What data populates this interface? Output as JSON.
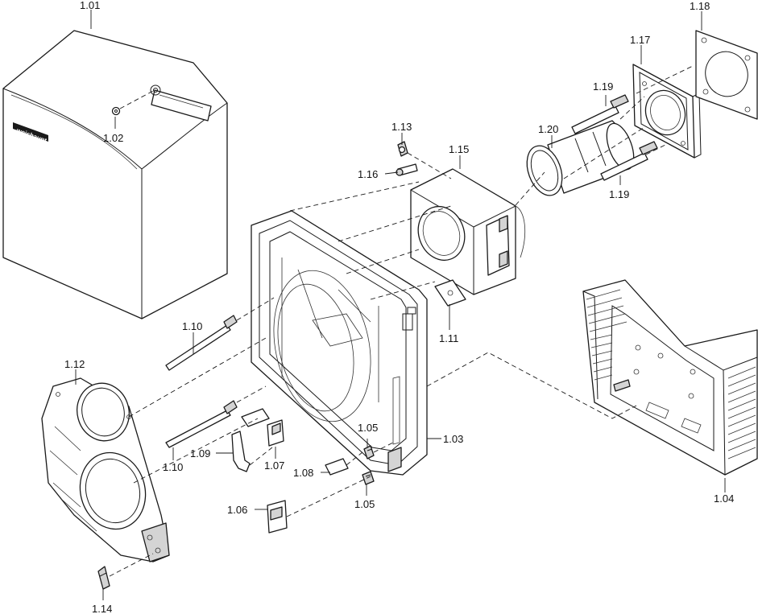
{
  "diagram": {
    "parts": [
      {
        "id": "1.01"
      },
      {
        "id": "1.02"
      },
      {
        "id": "1.03"
      },
      {
        "id": "1.04"
      },
      {
        "id": "1.05a",
        "label": "1.05"
      },
      {
        "id": "1.05b",
        "label": "1.05"
      },
      {
        "id": "1.06"
      },
      {
        "id": "1.07"
      },
      {
        "id": "1.08"
      },
      {
        "id": "1.09"
      },
      {
        "id": "1.10a",
        "label": "1.10"
      },
      {
        "id": "1.10b",
        "label": "1.10"
      },
      {
        "id": "1.11"
      },
      {
        "id": "1.12"
      },
      {
        "id": "1.13"
      },
      {
        "id": "1.14"
      },
      {
        "id": "1.15"
      },
      {
        "id": "1.16"
      },
      {
        "id": "1.17"
      },
      {
        "id": "1.18"
      },
      {
        "id": "1.19a",
        "label": "1.19"
      },
      {
        "id": "1.19b",
        "label": "1.19"
      },
      {
        "id": "1.20"
      }
    ],
    "labels": {
      "p101": "1.01",
      "p102": "1.02",
      "p103": "1.03",
      "p104": "1.04",
      "p105a": "1.05",
      "p105b": "1.05",
      "p106": "1.06",
      "p107": "1.07",
      "p108": "1.08",
      "p109": "1.09",
      "p110a": "1.10",
      "p110b": "1.10",
      "p111": "1.11",
      "p112": "1.12",
      "p113": "1.13",
      "p114": "1.14",
      "p115": "1.15",
      "p116": "1.16",
      "p117": "1.17",
      "p118": "1.18",
      "p119a": "1.19",
      "p119b": "1.19",
      "p120": "1.20"
    },
    "brand_logo": "weishaupt"
  }
}
